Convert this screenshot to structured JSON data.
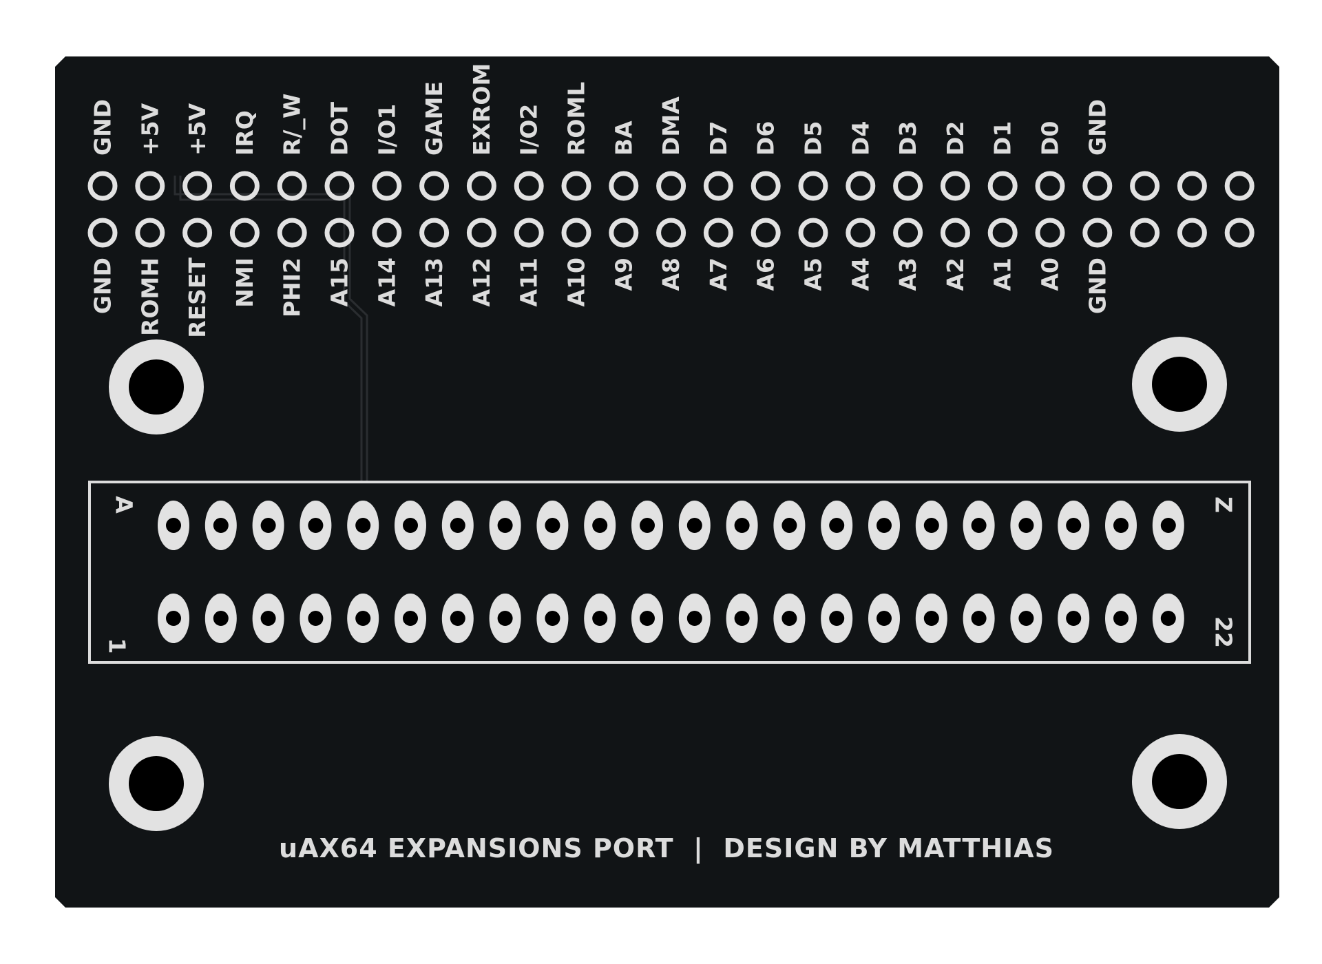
{
  "board": {
    "colors": {
      "board": "#111416",
      "silkscreen": "#dcdcdc",
      "pad_ring": "#e2e2e2",
      "drill": "#000000",
      "trace": "#2a2d30",
      "background": "#ffffff"
    },
    "top_row_labels": [
      "GND",
      "+5V",
      "+5V",
      "IRQ",
      "R/_W",
      "DOT",
      "I/O1",
      "GAME",
      "EXROM",
      "I/O2",
      "ROML",
      "BA",
      "DMA",
      "D7",
      "D6",
      "D5",
      "D4",
      "D3",
      "D2",
      "D1",
      "D0",
      "GND"
    ],
    "bottom_row_labels": [
      "GND",
      "ROMH",
      "RESET",
      "NMI",
      "PHI2",
      "A15",
      "A14",
      "A13",
      "A12",
      "A11",
      "A10",
      "A9",
      "A8",
      "A7",
      "A6",
      "A5",
      "A4",
      "A3",
      "A2",
      "A1",
      "A0",
      "GND"
    ],
    "header_pins_per_row": 25,
    "connector": {
      "pins_per_row": 22,
      "corner_labels": {
        "top_left": "A",
        "top_right": "Z",
        "bottom_left": "1",
        "bottom_right": "22"
      }
    },
    "mounting_hole_count": 4,
    "footer_text": "uAX64 EXPANSIONS PORT  |  DESIGN BY MATTHIAS"
  }
}
